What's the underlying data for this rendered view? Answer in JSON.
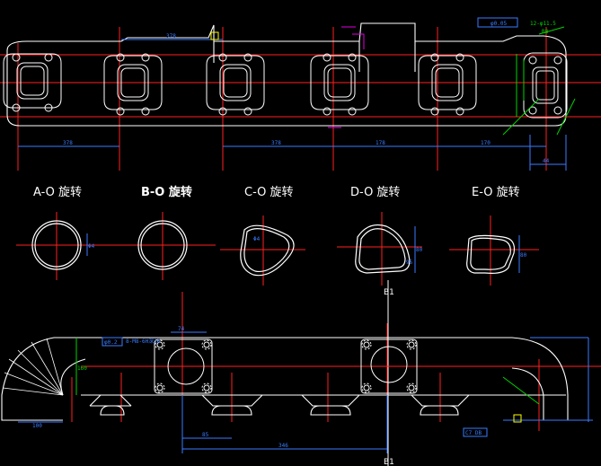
{
  "section_labels": {
    "a": "A-O 旋转",
    "b": "B-O 旋转",
    "c": "C-O 旋转",
    "d": "D-O 旋转",
    "e": "E-O 旋转"
  },
  "section_marks": {
    "b1_mid": "B1",
    "b1_bottom": "B1"
  },
  "top_view_dims": {
    "d378_top": "378",
    "d378_left": "378",
    "d378_mid": "378",
    "d178": "178",
    "d170": "170",
    "d44": "44",
    "tol_box": "φ0.05",
    "hole_spec": "12-φ11.5",
    "r_dim": "R8"
  },
  "section_dims": {
    "a_w": "Φ4",
    "c_w": "Φ4",
    "d_h": "80",
    "d_w": "95",
    "e_h": "80"
  },
  "bottom_view_dims": {
    "d74": "74",
    "d85": "85",
    "d346": "346",
    "d100": "100",
    "d160": "160",
    "spec": "8-M8-6H深16",
    "tol": "φ0.2",
    "c7": "C7 DB"
  },
  "colors": {
    "outline": "#ffffff",
    "center": "#ff2020",
    "dimension": "#3a7bff",
    "green_dim": "#00d400",
    "magenta": "#e000e0",
    "yellow": "#ffff00"
  }
}
